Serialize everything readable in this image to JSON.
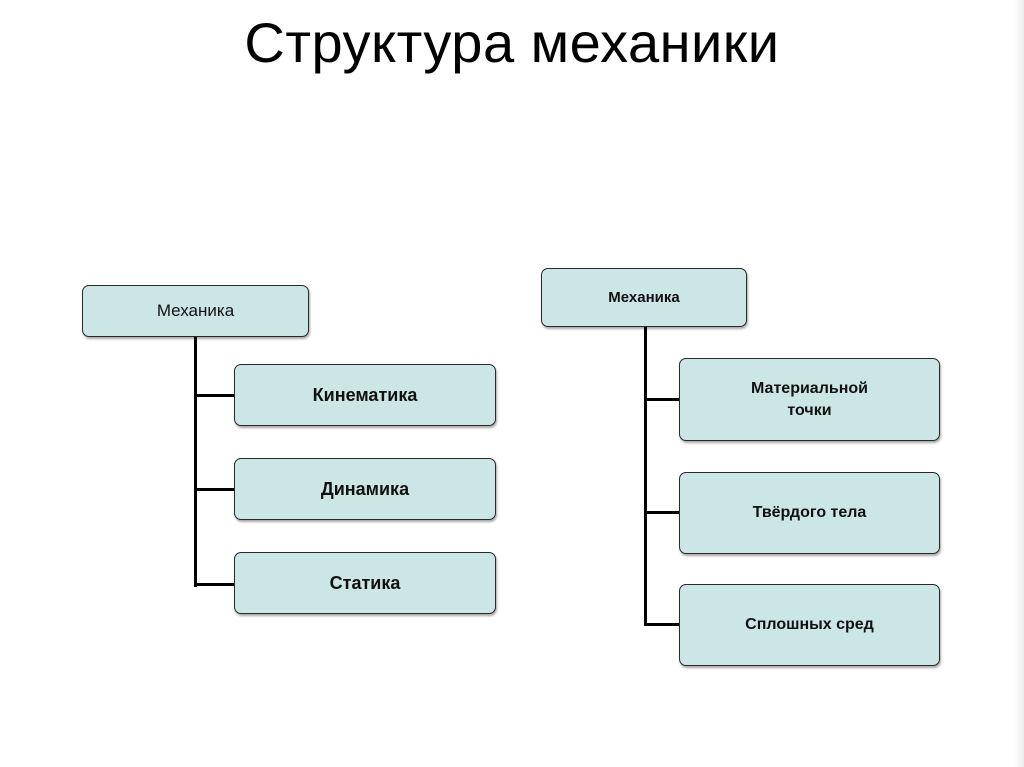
{
  "slide": {
    "title": "Структура механики",
    "colors": {
      "node_fill": "#cce6e6",
      "node_border": "#2a2a2a",
      "connector": "#000000",
      "background": "#ffffff"
    }
  },
  "left_tree": {
    "root": "Механика",
    "children": [
      "Кинематика",
      "Динамика",
      "Статика"
    ]
  },
  "right_tree": {
    "root": "Механика",
    "children": [
      "Материальной\nточки",
      "Твёрдого тела",
      "Сплошных сред"
    ]
  }
}
